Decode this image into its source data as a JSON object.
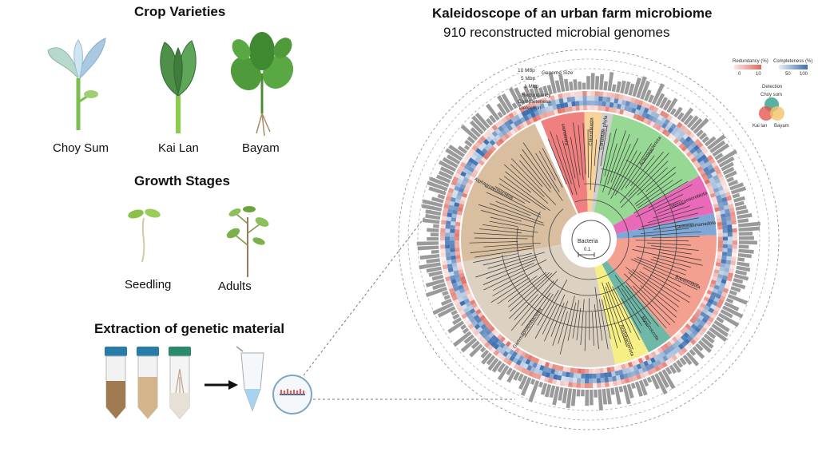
{
  "crop_section": {
    "heading": "Crop Varieties",
    "crops": [
      {
        "label": "Choy Sum",
        "icon": "choy-sum-plant-icon"
      },
      {
        "label": "Kai Lan",
        "icon": "kai-lan-plant-icon"
      },
      {
        "label": "Bayam",
        "icon": "bayam-plant-icon"
      }
    ]
  },
  "growth_section": {
    "heading": "Growth Stages",
    "stages": [
      {
        "label": "Seedling",
        "icon": "seedling-icon"
      },
      {
        "label": "Adults",
        "icon": "adult-plant-icon"
      }
    ]
  },
  "extraction_section": {
    "heading": "Extraction of genetic material",
    "icons": [
      "sample-tube-icon",
      "arrow-right-icon",
      "microtube-icon",
      "dna-magnifier-icon"
    ]
  },
  "main": {
    "title": "Kaleidoscope of an urban farm microbiome",
    "subtitle": "910 reconstructed microbial genomes"
  },
  "tree": {
    "root_label": "Bacteria",
    "scale_label": "0.1",
    "ring_labels": {
      "size_10": "10 Mbp",
      "size_5": "5 Mbp",
      "size_1": "1 Mbp",
      "genome_size": "Genome Size",
      "redundancy": "Redundancy",
      "completeness": "Completeness",
      "detection": "Detection"
    },
    "clades": [
      {
        "name": "Firmicutes",
        "color": "#f08080"
      },
      {
        "name": "Chloroflexota",
        "color": "#f7d29a"
      },
      {
        "name": "Candidate phyla",
        "color": "#cfcfcf"
      },
      {
        "name": "Actinobacteriota",
        "color": "#97d894"
      },
      {
        "name": "Verrucomicrobiota",
        "color": "#e86ab8"
      },
      {
        "name": "Gemmatimonadota",
        "color": "#7fa8d6"
      },
      {
        "name": "Bacteroidota",
        "color": "#f4a090"
      },
      {
        "name": "Myxococcota",
        "color": "#6fb8a8"
      },
      {
        "name": "Acidobacteriota",
        "color": "#f6ef86"
      },
      {
        "name": "Gammaproteobacteria",
        "color": "#ddd2c2"
      },
      {
        "name": "Alphaproteobacteria",
        "color": "#d9bfa0"
      }
    ]
  },
  "legend": {
    "redundancy_title": "Redundancy (%)",
    "redundancy_min": "0",
    "redundancy_max": "10",
    "completeness_title": "Completeness (%)",
    "completeness_min": "50",
    "completeness_max": "100",
    "detection_title": "Detection",
    "detection_labels": [
      "Choy sum",
      "Kai lan",
      "Bayam"
    ],
    "colors": {
      "redundancy": "#e0675a",
      "completeness": "#3b6fb0",
      "choy_sum": "#3aa591",
      "kai_lan": "#e3584f",
      "bayam": "#f2c36b"
    }
  }
}
